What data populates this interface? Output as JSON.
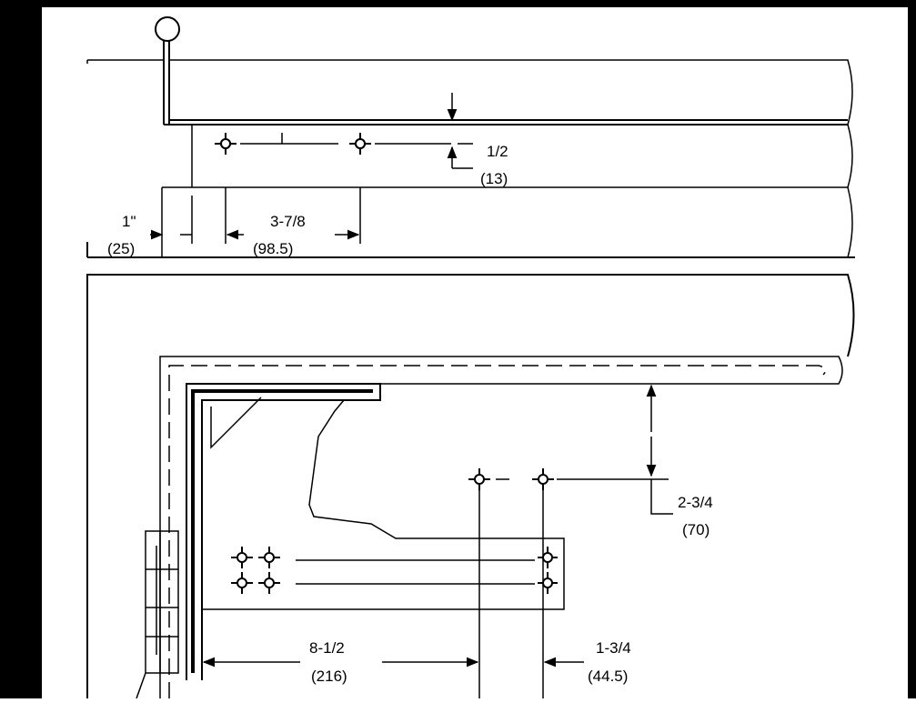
{
  "dimensions": {
    "top_vertical": {
      "fraction": "1/2",
      "metric": "(13)"
    },
    "top_edge": {
      "fraction": "1\"",
      "metric": "(25)"
    },
    "top_spacing": {
      "fraction": "3-7/8",
      "metric": "(98.5)"
    },
    "bottom_vertical": {
      "fraction": "2-3/4",
      "metric": "(70)"
    },
    "bottom_horizontal": {
      "fraction": "8-1/2",
      "metric": "(216)"
    },
    "bottom_spacing": {
      "fraction": "1-3/4",
      "metric": "(44.5)"
    }
  }
}
